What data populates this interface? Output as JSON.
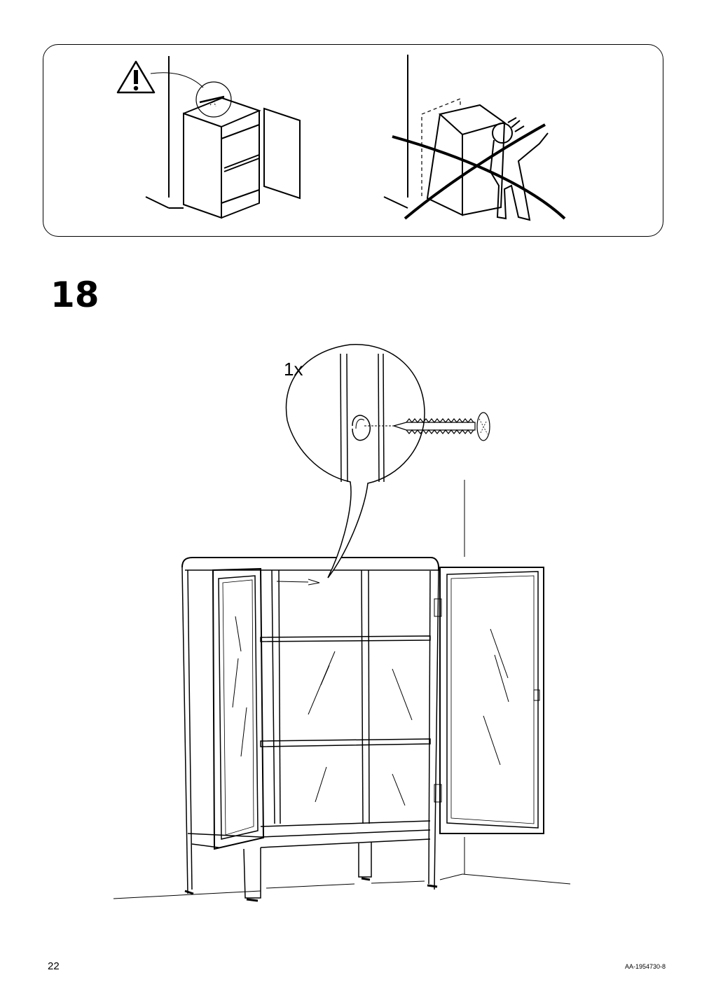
{
  "step": {
    "number": "18"
  },
  "callout": {
    "quantity": "1x"
  },
  "footer": {
    "page_number": "22",
    "document_id": "AA-1954730-8"
  },
  "icons": [
    "warning-triangle-icon",
    "screw-icon"
  ]
}
